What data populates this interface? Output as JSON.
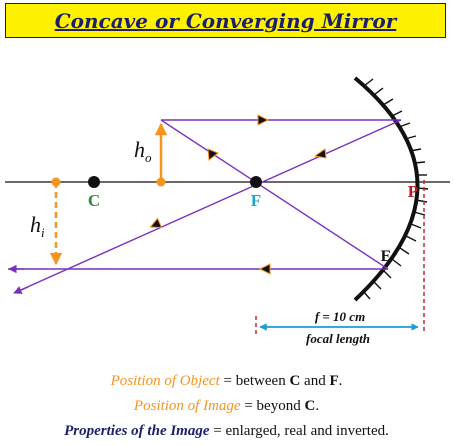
{
  "title": "Concave or Converging Mirror",
  "labels": {
    "C": "C",
    "F": "F",
    "P": "P",
    "E": "E",
    "h_o_main": "h",
    "h_o_sub": "o",
    "h_i_main": "h",
    "h_i_sub": "i",
    "focal_value": "f = 10 cm",
    "focal_caption": "focal length"
  },
  "properties": [
    {
      "key": "Position of Object",
      "sep": " = ",
      "value_parts": [
        "between ",
        "C",
        " and ",
        "F",
        "."
      ]
    },
    {
      "key": "Position of Image",
      "sep": " = ",
      "value_parts": [
        "beyond ",
        "C",
        "."
      ]
    },
    {
      "key": "Properties of the Image",
      "sep": " = ",
      "value_parts": [
        "enlarged, real and inverted."
      ]
    }
  ],
  "colors": {
    "banner": "#fff200",
    "title": "#1b1f6b",
    "ray": "#7b2fbe",
    "object": "#f7941d",
    "center": "#2e8b3a",
    "focus": "#1aa7c9",
    "pole": "#b71c1c",
    "dimension": "#1a9ddb",
    "mirror": "#111111"
  }
}
